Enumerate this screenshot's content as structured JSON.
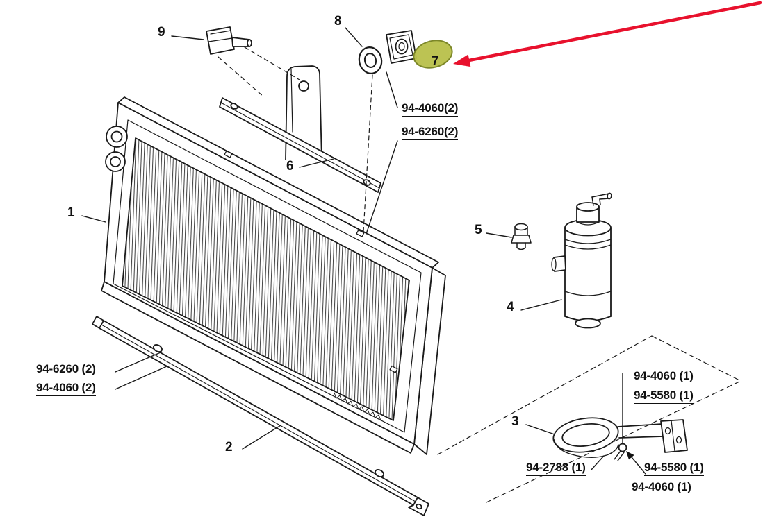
{
  "figure": {
    "kind": "exploded-parts-diagram",
    "subject": "A/C condenser, receiver drier and mounting hardware"
  },
  "colors": {
    "line": "#1a1a1a",
    "background": "#ffffff",
    "highlight_fill": "#b9c04a",
    "highlight_stroke": "#75811d",
    "arrow": "#e8112d"
  },
  "callouts": {
    "c1": "1",
    "c2": "2",
    "c3": "3",
    "c4": "4",
    "c5": "5",
    "c6": "6",
    "c7": "7",
    "c8": "8",
    "c9": "9"
  },
  "part_numbers": {
    "bracket_top": [
      "94-4060(2)",
      "94-6260(2)"
    ],
    "rail_left": [
      "94-6260 (2)",
      "94-4060 (2)"
    ],
    "clamp_top": [
      "94-4060 (1)",
      "94-5580 (1)"
    ],
    "clamp_bottom_left": "94-2788 (1)",
    "clamp_bottom_right": [
      "94-5580 (1)",
      "94-4060 (1)"
    ]
  }
}
